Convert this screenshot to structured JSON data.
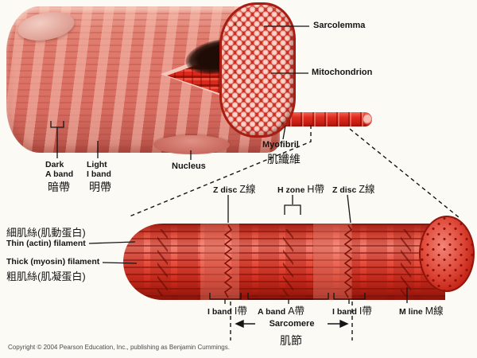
{
  "figure_title": "Muscle fiber and sarcomere structure diagram",
  "colors": {
    "fiber_salmon": "#dd7468",
    "myofibril_red": "#e02d20",
    "dark_red": "#8f150c",
    "honeycomb_pink": "#f8d4cd",
    "label_text": "#151515"
  },
  "top_labels": {
    "sarcolemma": {
      "en": "Sarcolemma"
    },
    "mitochondrion": {
      "en": "Mitochondrion"
    },
    "myofibril": {
      "en": "Myofibril",
      "zh": "肌纖維"
    },
    "dark_band": {
      "en_line1": "Dark",
      "en_line2": "A band",
      "zh": "暗帶"
    },
    "light_band": {
      "en_line1": "Light",
      "en_line2": "I band",
      "zh": "明帶"
    },
    "nucleus": {
      "en": "Nucleus"
    }
  },
  "bottom_labels": {
    "z_disc_left": {
      "en": "Z disc",
      "zh": "Z線"
    },
    "h_zone": {
      "en": "H zone",
      "zh": "H帶"
    },
    "z_disc_right": {
      "en": "Z disc",
      "zh": "Z線"
    },
    "thin_filament": {
      "zh": "細肌絲(肌動蛋白)",
      "en": "Thin (actin) filament"
    },
    "thick_filament": {
      "en": "Thick (myosin) filament",
      "zh": "粗肌絲(肌凝蛋白)"
    },
    "i_band_left": {
      "en": "I band",
      "zh": "I帶"
    },
    "a_band": {
      "en": "A band",
      "zh": "A帶"
    },
    "i_band_right": {
      "en": "I band",
      "zh": "I帶"
    },
    "m_line": {
      "en": "M line",
      "zh": "M線"
    },
    "sarcomere": {
      "en": "Sarcomere",
      "zh": "肌節"
    }
  },
  "footer": {
    "copyright": "Copyright © 2004 Pearson Education, Inc., publishing as Benjamin Cummings."
  }
}
